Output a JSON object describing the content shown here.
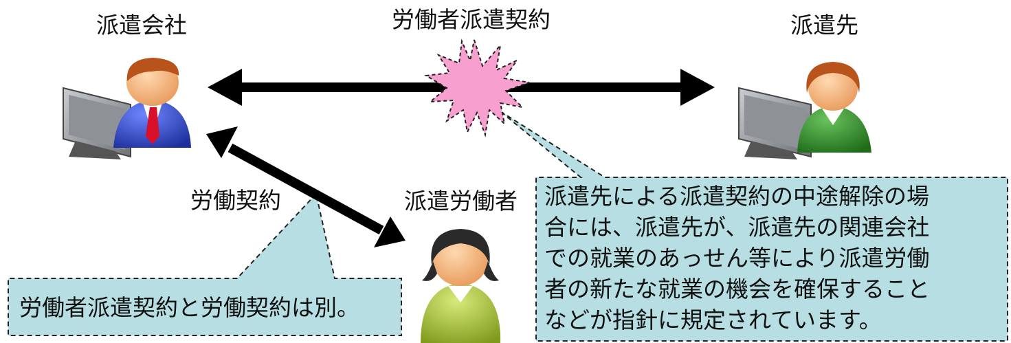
{
  "parties": {
    "dispatch_company": "派遣会社",
    "client_company": "派遣先",
    "dispatched_worker": "派遣労働者"
  },
  "contracts": {
    "dispatch_contract": "労働者派遣契約",
    "labor_contract": "労働契約"
  },
  "callouts": {
    "left": "労働者派遣契約と労働契約は別。",
    "right_lines": [
      "派遣先による派遣契約の中途解除の場",
      "合には、派遣先が、派遣先の関連会社",
      "での就業のあっせん等により派遣労働",
      "者の新たな就業の機会を確保すること",
      "などが指針に規定されています。"
    ]
  },
  "colors": {
    "callout_fill": "#b7dfe3",
    "burst_fill": "#f7a0cf",
    "arrow": "#000000",
    "suit_blue": "#2e46c6",
    "tie_red": "#d8102a",
    "green_sweater": "#2f8d2a",
    "olive_sweater": "#a9c23a"
  }
}
